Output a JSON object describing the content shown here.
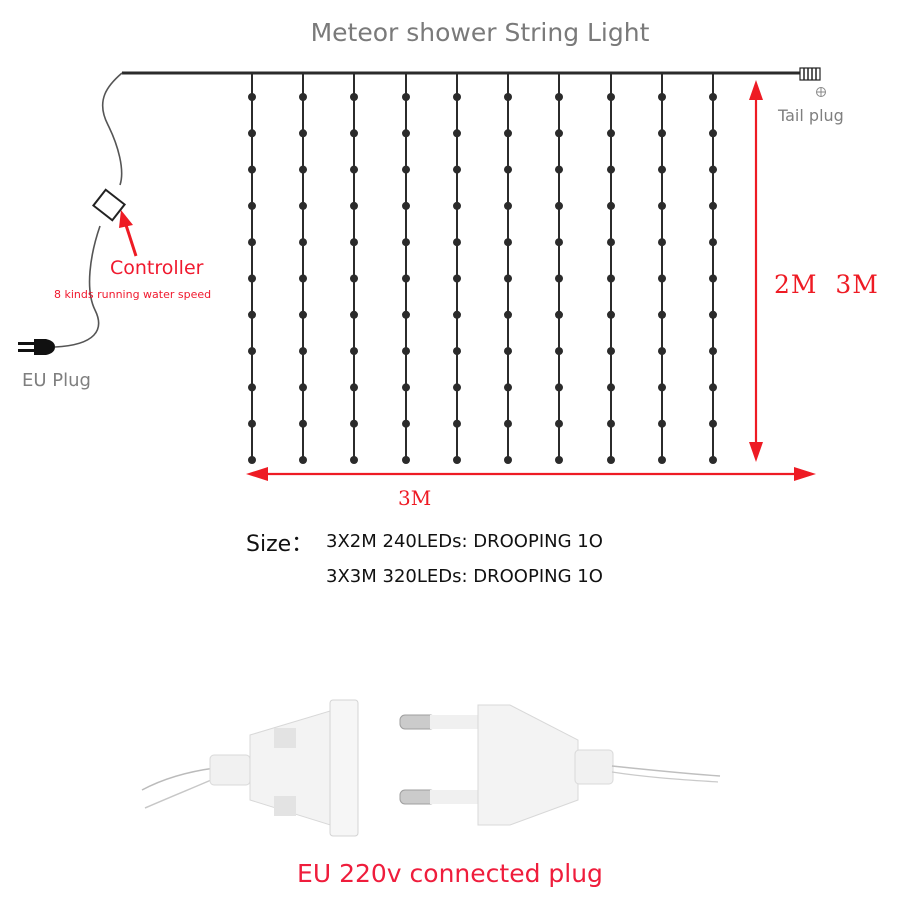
{
  "title": "Meteor shower String Light",
  "labels": {
    "tail_plug": "Tail plug",
    "eu_plug": "EU Plug",
    "controller": "Controller",
    "controller_note": "8 kinds running water speed",
    "height_dim": "2M  3M",
    "width_dim": "3M"
  },
  "size": {
    "label": "Size：",
    "rows": [
      {
        "text": "3X2M 240LEDs: DROOPING 1O"
      },
      {
        "text": "3X3M 320LEDs: DROOPING 1O"
      }
    ]
  },
  "plug_caption": "EU 220v connected plug",
  "diagram": {
    "strand_count": 10,
    "strand_x": [
      252,
      303,
      354,
      406,
      457,
      508,
      559,
      611,
      662,
      713
    ],
    "dots_per_strand": 11,
    "colors": {
      "wire": "#2b2b2b",
      "dimension": "#ee1b24",
      "label_gray": "#7f7f7f",
      "caption_red": "#ef1d3c"
    }
  }
}
